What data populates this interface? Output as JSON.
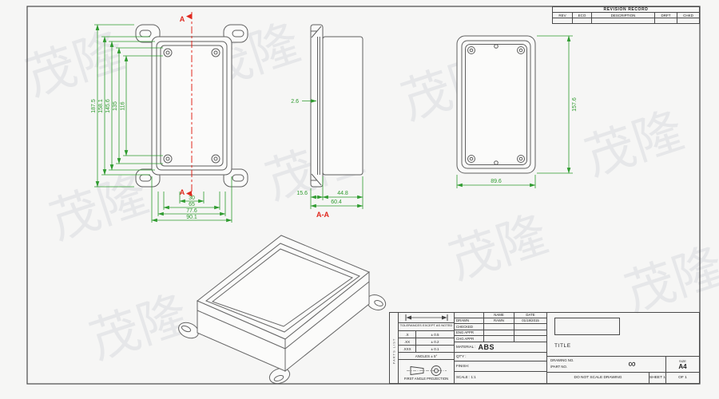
{
  "colors": {
    "dimension": "#2e9b2e",
    "section": "#e0281e",
    "line": "#5f5f5f"
  },
  "front_view": {
    "section_letter": "A",
    "dims_vertical": [
      "187.5",
      "158.1",
      "145.6",
      "135",
      "116"
    ],
    "dims_horizontal": [
      "30",
      "65",
      "77.6",
      "90.1"
    ]
  },
  "side_view": {
    "thickness_dim": "2.6",
    "dim_left": "15.6",
    "dim_right": "44.8",
    "dim_total": "60.4",
    "section_label": "A-A"
  },
  "back_view": {
    "dim_height": "157.6",
    "dim_width": "89.6"
  },
  "revision_table": {
    "title": "REVISION RECORD",
    "columns": [
      "REV",
      "ECO",
      "DESCRIPTION",
      "DRFT",
      "CHKD"
    ]
  },
  "title_block": {
    "side_strip": "PARTS LIST",
    "tolerances": {
      "heading": "TOLERANCES EXCEPT AS NOTED",
      "rows": [
        {
          "label": ".X",
          "value": "± 0.5"
        },
        {
          "label": ".XX",
          "value": "± 0.2"
        },
        {
          "label": ".XXX",
          "value": "± 0.1"
        }
      ],
      "angles": "ANGLES ± 5°"
    },
    "projection_label": "FIRST ANGLE PROJECTION",
    "approvals": {
      "name_header": "NAME",
      "date_header": "DATE",
      "rows": [
        {
          "label": "DRAWN",
          "name": "RAWN",
          "date": "01/19/2015"
        },
        {
          "label": "CHECKED",
          "name": "",
          "date": ""
        },
        {
          "label": "ENG APPR",
          "name": "",
          "date": ""
        },
        {
          "label": "CHG APPR",
          "name": "",
          "date": ""
        }
      ]
    },
    "material_label": "MATERIAL :",
    "material_value": "ABS",
    "qty_label": "QT'Y :",
    "finish_label": "FINISH:",
    "scale_label": "SCALE : 1:1",
    "title_label": "TITLE",
    "drawing_no_label": "DRAWING NO.",
    "part_no_label": "/PART NO.",
    "drawing_no_value": "∞",
    "size_label": "SIZE",
    "size_value": "A4",
    "no_scale_note": "DO NOT SCALE DRAWING",
    "sheet_label": "SHEET 1",
    "of_label": "OF 1"
  },
  "watermark": {
    "glyphs": "茂隆"
  }
}
